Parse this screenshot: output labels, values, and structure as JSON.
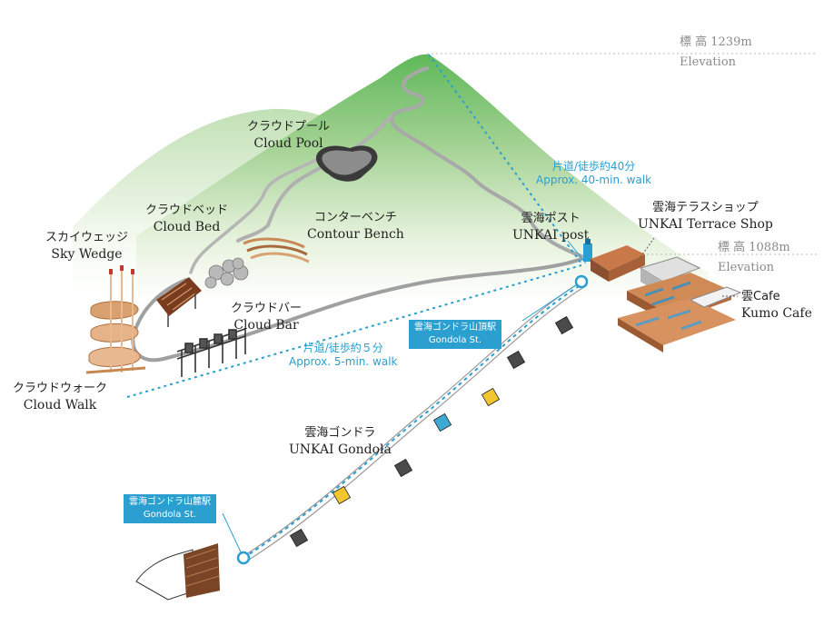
{
  "elevations": [
    {
      "label": "標 高 1239m",
      "sub": "Elevation"
    },
    {
      "label": "標 高 1088m",
      "sub": "Elevation"
    }
  ],
  "spots": {
    "cloud_pool": {
      "jp": "クラウドプール",
      "en": "Cloud Pool"
    },
    "cloud_bed": {
      "jp": "クラウドベッド",
      "en": "Cloud Bed"
    },
    "contour_bench": {
      "jp": "コンターベンチ",
      "en": "Contour Bench"
    },
    "sky_wedge": {
      "jp": "スカイウェッジ",
      "en": "Sky Wedge"
    },
    "cloud_bar": {
      "jp": "クラウドバー",
      "en": "Cloud Bar"
    },
    "cloud_walk": {
      "jp": "クラウドウォーク",
      "en": "Cloud Walk"
    },
    "unkai_post": {
      "jp": "雲海ポスト",
      "en": "UNKAI post"
    },
    "terrace_shop": {
      "jp": "雲海テラスショップ",
      "en": "UNKAI Terrace Shop"
    },
    "kumo_cafe": {
      "jp": "雲Cafe",
      "en": "Kumo Cafe"
    },
    "gondola": {
      "jp": "雲海ゴンドラ",
      "en": "UNKAI Gondola"
    }
  },
  "walks": {
    "summit": {
      "jp": "片道/徒歩約40分",
      "en": "Approx. 40-min. walk"
    },
    "bar": {
      "jp": "片道/徒歩約５分",
      "en": "Approx. 5-min. walk"
    }
  },
  "stations": {
    "top": {
      "jp": "雲海ゴンドラ山頂駅",
      "en": "Gondola St."
    },
    "bottom": {
      "jp": "雲海ゴンドラ山麓駅",
      "en": "Gondola St."
    }
  },
  "colors": {
    "accent": "#2a9fd0",
    "mountain_green": "#7cc47a",
    "path": "#9a9a9a",
    "building_roof": "#c9784a",
    "gondola_yellow": "#f2c62e",
    "gondola_blue": "#3fa9d6",
    "gondola_dark": "#4a4a4a"
  },
  "gondola_cabins": [
    "dark",
    "dark",
    "yellow",
    "blue",
    "dark",
    "yellow",
    "dark"
  ]
}
